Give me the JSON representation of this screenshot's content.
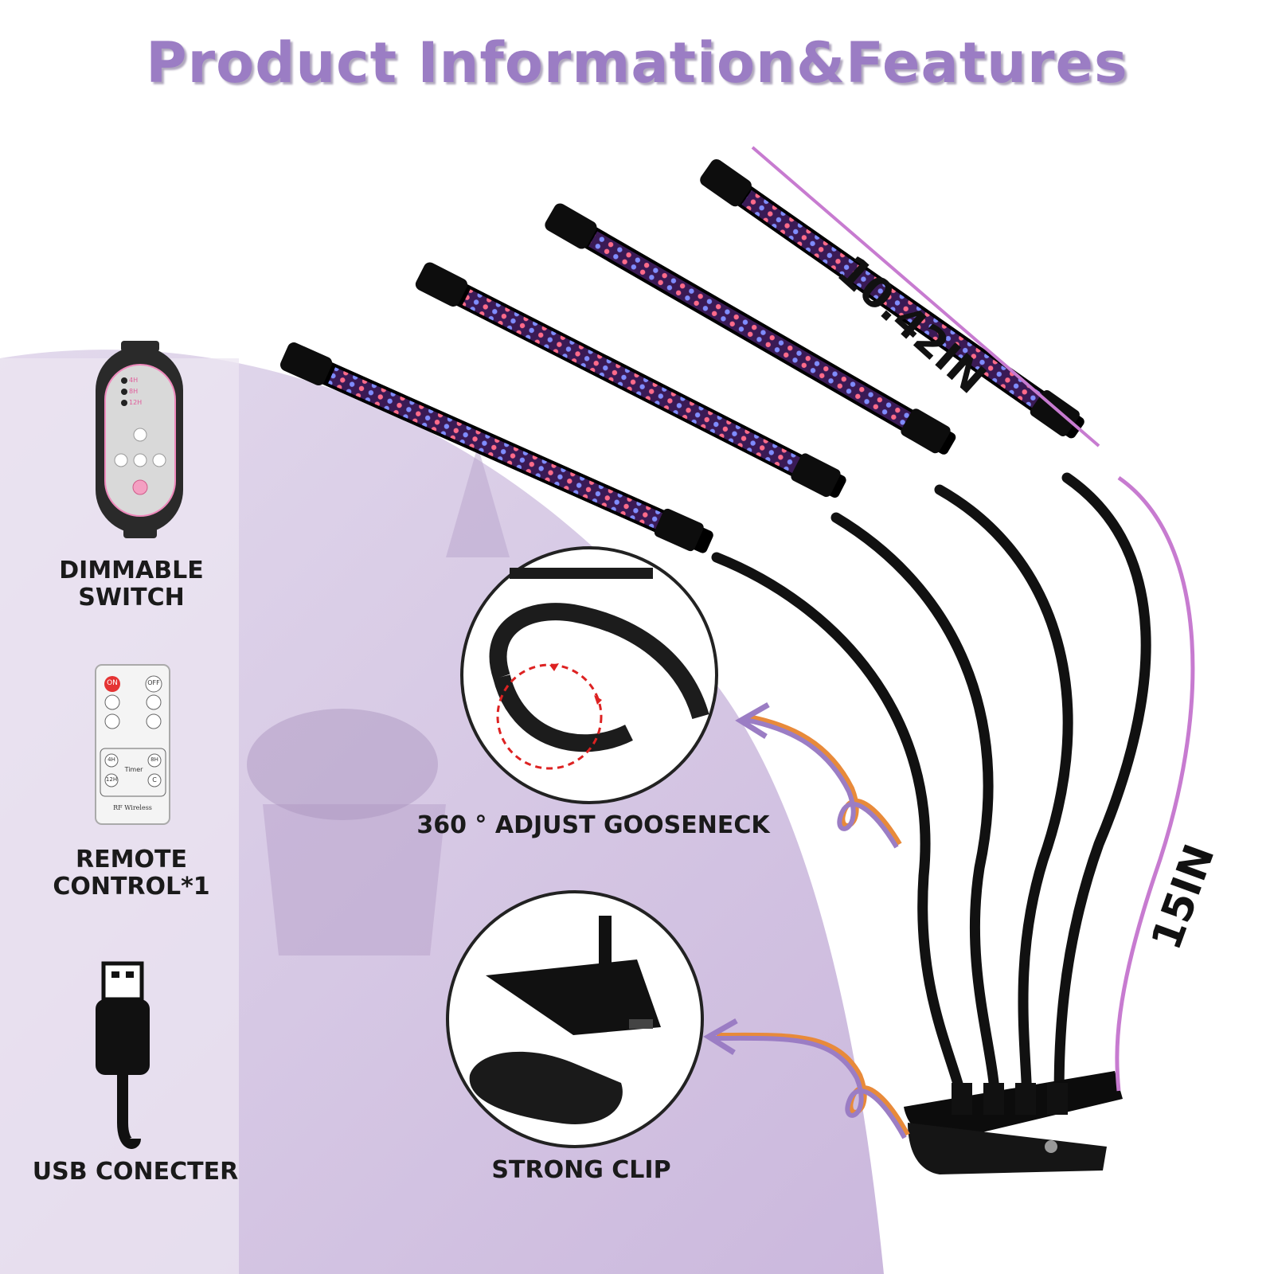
{
  "title": "Product Information&Features",
  "features": {
    "dimmable_switch": "DIMMABLE\nSWITCH",
    "remote_control": "REMOTE\nCONTROL*1",
    "usb": "USB CONECTER",
    "gooseneck": "360 ° ADJUST GOOSENECK",
    "clip": "STRONG CLIP"
  },
  "dimensions": {
    "bar_length": "10.42IN",
    "gooseneck_length": "15IN"
  },
  "switch_device": {
    "timers": [
      "4H",
      "8H",
      "12H"
    ]
  },
  "remote_device": {
    "on": "ON",
    "off": "OFF",
    "timer": "Timer",
    "timer_buttons": [
      "4H",
      "8H",
      "12H",
      "C"
    ],
    "brand": "RF Wireless"
  },
  "colors": {
    "title": "#9b7dc4",
    "dimension_line": "#c77bd0",
    "arrow": "#9b7dc4"
  }
}
